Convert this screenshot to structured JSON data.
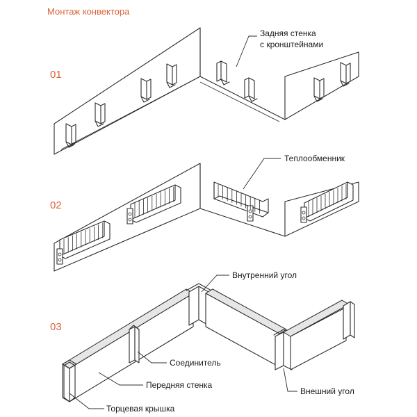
{
  "title": "Монтаж конвектора",
  "steps": [
    {
      "number": "01",
      "label_lines": [
        "Задняя стенка",
        "с кронштейнами"
      ]
    },
    {
      "number": "02",
      "label_lines": [
        "Теплообменник"
      ]
    },
    {
      "number": "03",
      "labels": {
        "inner_corner": "Внутренний угол",
        "connector": "Соединитель",
        "front_wall": "Передняя стенка",
        "end_cap": "Торцевая крышка",
        "outer_corner": "Внешний угол"
      }
    }
  ],
  "colors": {
    "accent": "#d9623a",
    "line": "#2b2b2b",
    "text": "#1a1a1a"
  }
}
